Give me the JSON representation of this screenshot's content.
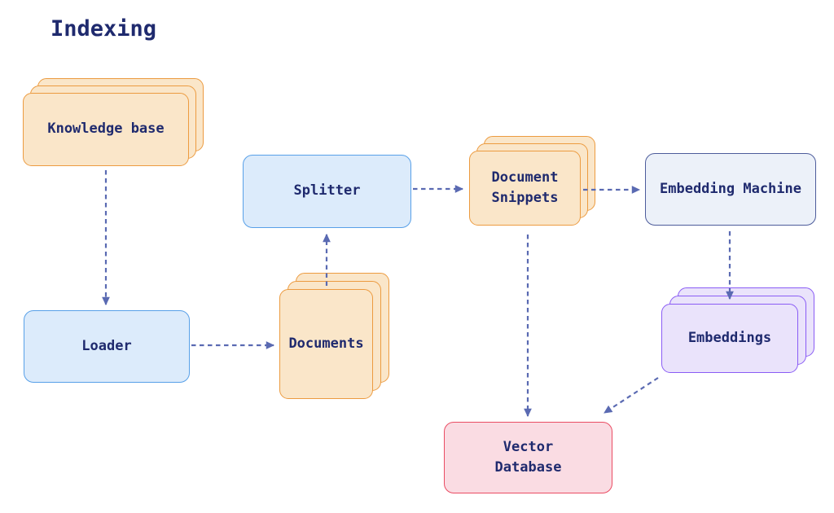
{
  "title": "Indexing",
  "colors": {
    "text": "#1F2A6E",
    "arrow": "#5A6AB2",
    "orange_border": "#EC9B40",
    "orange_fill": "#FAE6C9",
    "blue_border": "#58A0E8",
    "blue_fill": "#DCEBFB",
    "indigo_border": "#4D5C9B",
    "indigo_fill": "#ECF1F9",
    "purple_border": "#8A5CF5",
    "purple_fill": "#EAE3FB",
    "pink_border": "#EA4C63",
    "pink_fill": "#FADCE3"
  },
  "nodes": {
    "knowledge_base": {
      "label": "Knowledge base",
      "shape": "stack",
      "theme": "orange"
    },
    "loader": {
      "label": "Loader",
      "shape": "box",
      "theme": "blue"
    },
    "documents": {
      "label": "Documents",
      "shape": "stack",
      "theme": "orange"
    },
    "splitter": {
      "label": "Splitter",
      "shape": "box",
      "theme": "blue"
    },
    "document_snippets": {
      "label": "Document\nSnippets",
      "shape": "stack",
      "theme": "orange"
    },
    "embedding_machine": {
      "label": "Embedding Machine",
      "shape": "box",
      "theme": "indigo"
    },
    "embeddings": {
      "label": "Embeddings",
      "shape": "stack",
      "theme": "purple"
    },
    "vector_database": {
      "label": "Vector\nDatabase",
      "shape": "box",
      "theme": "pink"
    }
  },
  "edges": [
    {
      "from": "knowledge_base",
      "to": "loader",
      "style": "dashed"
    },
    {
      "from": "loader",
      "to": "documents",
      "style": "dashed"
    },
    {
      "from": "documents",
      "to": "splitter",
      "style": "dashed"
    },
    {
      "from": "splitter",
      "to": "document_snippets",
      "style": "dashed"
    },
    {
      "from": "document_snippets",
      "to": "embedding_machine",
      "style": "dashed"
    },
    {
      "from": "embedding_machine",
      "to": "embeddings",
      "style": "dashed"
    },
    {
      "from": "document_snippets",
      "to": "vector_database",
      "style": "dashed"
    },
    {
      "from": "embeddings",
      "to": "vector_database",
      "style": "dashed"
    }
  ]
}
